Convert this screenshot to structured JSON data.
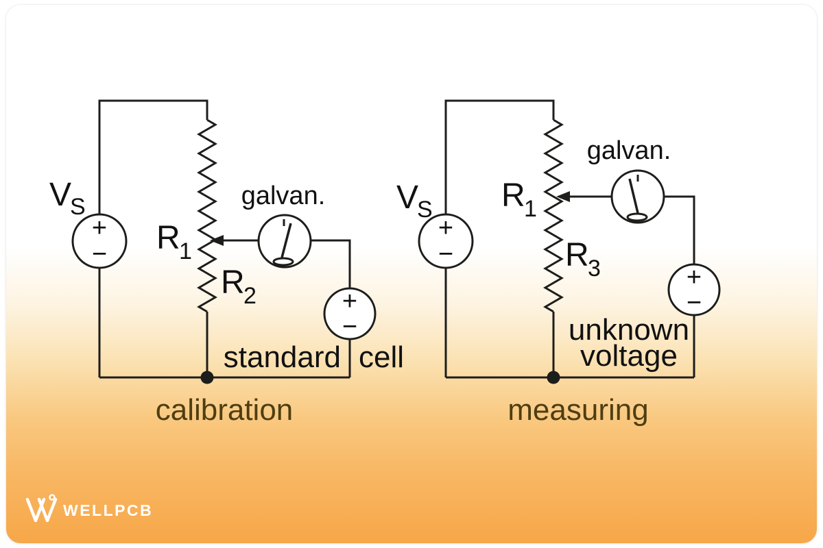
{
  "symbols": {
    "plus": "+",
    "minus": "−"
  },
  "colors": {
    "wire": "#1d1d1b",
    "caption_text": "#4e3e12",
    "background_top": "#ffffff",
    "background_bottom": "#f7a748",
    "logo_text": "#ffffff"
  },
  "left_circuit": {
    "caption": "calibration",
    "supply_label": {
      "symbol": "V",
      "sub": "S"
    },
    "resistor_upper": {
      "symbol": "R",
      "sub": "1"
    },
    "resistor_lower": {
      "symbol": "R",
      "sub": "2"
    },
    "galvanometer_label": "galvan.",
    "reference_words": [
      "standard",
      "cell"
    ]
  },
  "right_circuit": {
    "caption": "measuring",
    "supply_label": {
      "symbol": "V",
      "sub": "S"
    },
    "resistor_upper": {
      "symbol": "R",
      "sub": "1"
    },
    "resistor_lower": {
      "symbol": "R",
      "sub": "3"
    },
    "galvanometer_label": "galvan.",
    "reference_words": [
      "unknown",
      "voltage"
    ]
  },
  "branding": {
    "logo_text": "WELLPCB"
  }
}
